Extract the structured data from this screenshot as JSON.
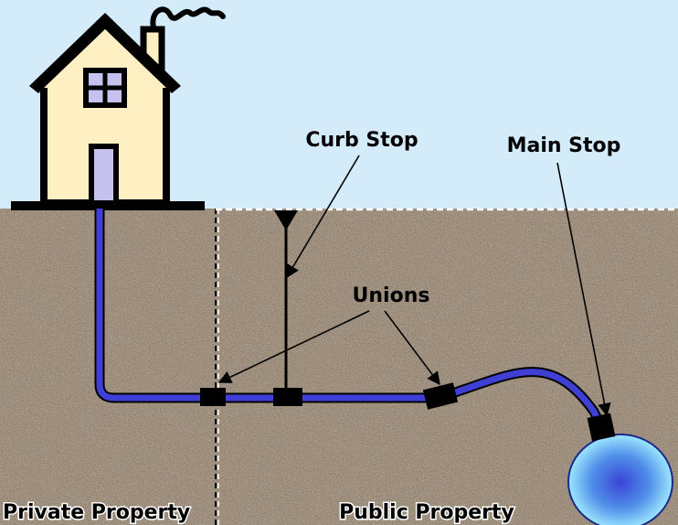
{
  "labels": {
    "curb_stop": "Curb Stop",
    "main_stop": "Main Stop",
    "unions": "Unions",
    "private_property": "Private Property",
    "public_property": "Public Property"
  },
  "colors": {
    "sky": "#d4ecfa",
    "soil": "#a1927f",
    "pipe": "#3f3fd6",
    "house_wall": "#fff0c4",
    "door": "#c5c2f0",
    "water_main_center": "#3a45d8",
    "water_main_edge": "#9de7ff"
  }
}
